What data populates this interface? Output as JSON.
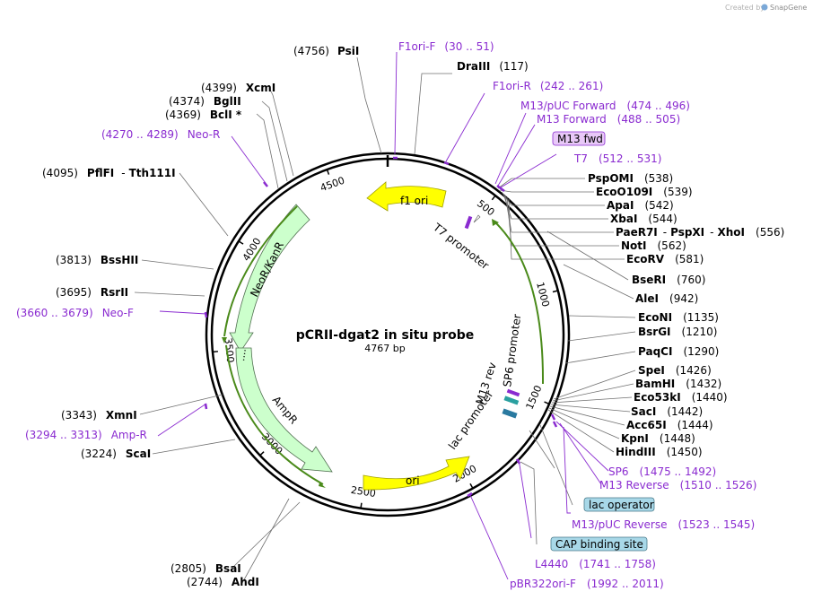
{
  "credit": {
    "text": "Created by",
    "brand": "SnapGene"
  },
  "map": {
    "title": "pCRII-dgat2 in situ probe",
    "length": "4767 bp",
    "total_bp": 4767,
    "ticks": [
      "500",
      "1000",
      "1500",
      "2000",
      "2500",
      "3000",
      "3500",
      "4000",
      "4500"
    ]
  },
  "features": {
    "f1ori": "f1 ori",
    "t7promoter": "T7 promoter",
    "neokan": "NeoR/KanR",
    "ampr": "AmpR",
    "ori": "ori",
    "sp6promoter": "SP6 promoter",
    "m13rev": "M13 rev",
    "lacpromoter": "lac promoter",
    "ellipsis": "...."
  },
  "sites": {
    "psii": {
      "pos": "(4756)",
      "name": "PsiI"
    },
    "f1orif": {
      "name": "F1ori-F",
      "range": "(30 .. 51)"
    },
    "draiii": {
      "name": "DraIII",
      "pos": "(117)"
    },
    "f1orir": {
      "name": "F1ori-R",
      "range": "(242 .. 261)"
    },
    "m13puc": {
      "name": "M13/pUC Forward",
      "range": "(474 .. 496)"
    },
    "m13fwd_primer": {
      "name": "M13 Forward",
      "range": "(488 .. 505)"
    },
    "m13fwd_box": {
      "name": "M13 fwd"
    },
    "t7": {
      "name": "T7",
      "range": "(512 .. 531)"
    },
    "pspomi": {
      "name": "PspOMI",
      "pos": "(538)"
    },
    "ecoo109i": {
      "name": "EcoO109I",
      "pos": "(539)"
    },
    "apai": {
      "name": "ApaI",
      "pos": "(542)"
    },
    "xbai": {
      "name": "XbaI",
      "pos": "(544)"
    },
    "paer7i": {
      "name1": "PaeR7I",
      "sep": "-",
      "name2": "PspXI",
      "name3": "XhoI",
      "pos": "(556)"
    },
    "noti": {
      "name": "NotI",
      "pos": "(562)"
    },
    "ecorv": {
      "name": "EcoRV",
      "pos": "(581)"
    },
    "bseri": {
      "name": "BseRI",
      "pos": "(760)"
    },
    "alei": {
      "name": "AleI",
      "pos": "(942)"
    },
    "econi": {
      "name": "EcoNI",
      "pos": "(1135)"
    },
    "bsrgi": {
      "name": "BsrGI",
      "pos": "(1210)"
    },
    "paqci": {
      "name": "PaqCI",
      "pos": "(1290)"
    },
    "spei": {
      "name": "SpeI",
      "pos": "(1426)"
    },
    "bamhi": {
      "name": "BamHI",
      "pos": "(1432)"
    },
    "eco53ki": {
      "name": "Eco53kI",
      "pos": "(1440)"
    },
    "saci": {
      "name": "SacI",
      "pos": "(1442)"
    },
    "acc65i": {
      "name": "Acc65I",
      "pos": "(1444)"
    },
    "kpni": {
      "name": "KpnI",
      "pos": "(1448)"
    },
    "hindiii": {
      "name": "HindIII",
      "pos": "(1450)"
    },
    "sp6": {
      "name": "SP6",
      "range": "(1475 .. 1492)"
    },
    "m13reverse": {
      "name": "M13 Reverse",
      "range": "(1510 .. 1526)"
    },
    "lacoperator": {
      "name": "lac operator"
    },
    "m13pucrev": {
      "name": "M13/pUC Reverse",
      "range": "(1523 .. 1545)"
    },
    "capbinding": {
      "name": "CAP binding site"
    },
    "l4440": {
      "name": "L4440",
      "range": "(1741 .. 1758)"
    },
    "pbr322": {
      "name": "pBR322ori-F",
      "range": "(1992 .. 2011)"
    },
    "ahdi": {
      "pos": "(2744)",
      "name": "AhdI"
    },
    "bsai": {
      "pos": "(2805)",
      "name": "BsaI"
    },
    "scai": {
      "pos": "(3224)",
      "name": "ScaI"
    },
    "ampr_primer": {
      "range": "(3294 .. 3313)",
      "name": "Amp-R"
    },
    "xmni": {
      "pos": "(3343)",
      "name": "XmnI"
    },
    "neof": {
      "range": "(3660 .. 3679)",
      "name": "Neo-F"
    },
    "rsrii": {
      "pos": "(3695)",
      "name": "RsrII"
    },
    "bsshii": {
      "pos": "(3813)",
      "name": "BssHII"
    },
    "pflfi": {
      "pos": "(4095)",
      "name1": "PflFI",
      "sep": "-",
      "name2": "Tth111I"
    },
    "neor": {
      "range": "(4270 .. 4289)",
      "name": "Neo-R"
    },
    "bcli": {
      "pos": "(4369)",
      "name": "BclI *"
    },
    "bglii": {
      "pos": "(4374)",
      "name": "BglII"
    },
    "xcmi": {
      "pos": "(4399)",
      "name": "XcmI"
    }
  },
  "colors": {
    "arrow_yellow": "#ffff00",
    "arrow_green": "#ccffcc",
    "orf_line": "#4a8a1a",
    "primer_purple": "#8a2bd0",
    "box_purple": "#e8c8f8",
    "box_blue": "#a8d8e8"
  }
}
